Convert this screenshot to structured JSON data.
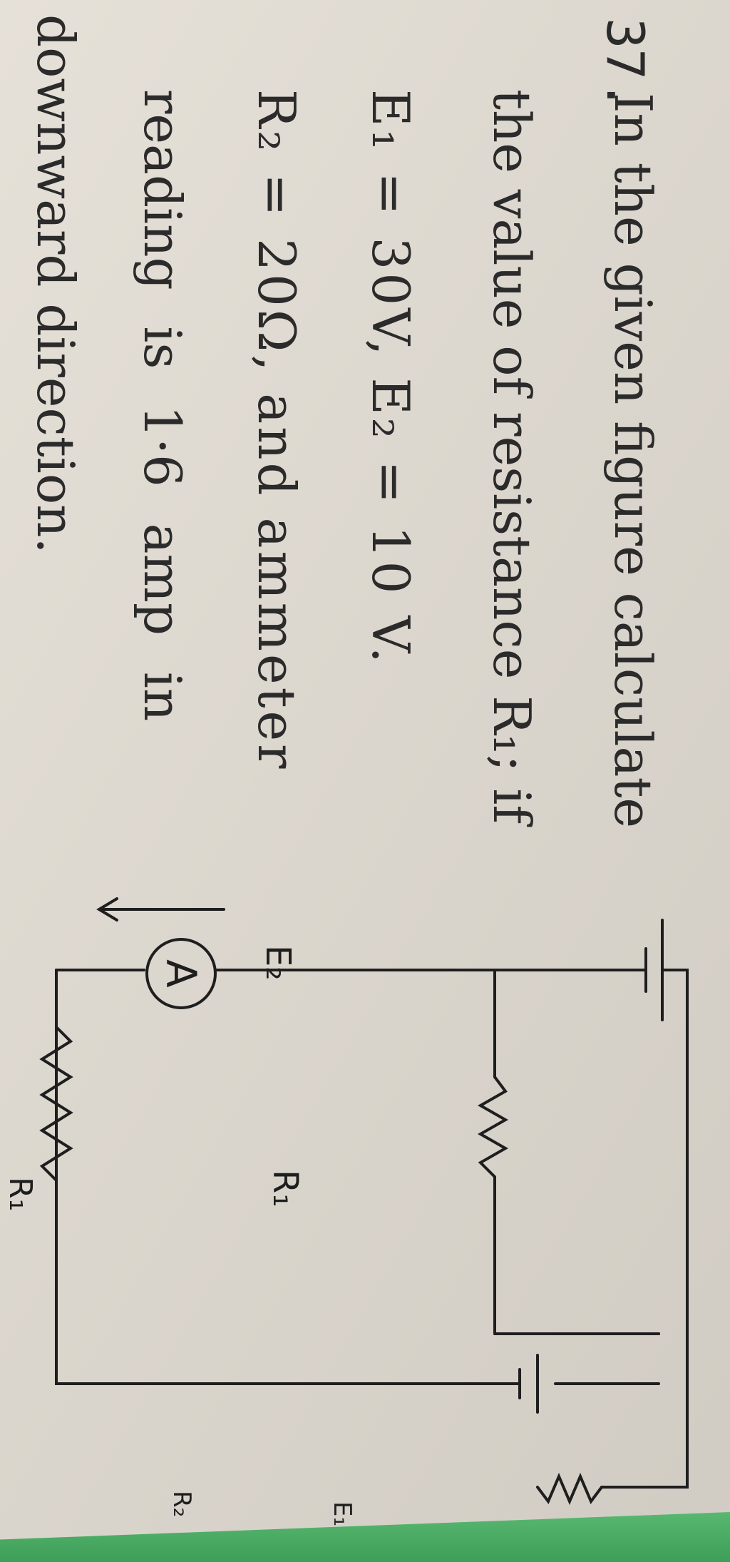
{
  "question": {
    "number": "37.",
    "lines": [
      "In the given figure calculate",
      "the value of resistance R₁; if",
      "E₁ = 30V, E₂ = 10 V.",
      "R₂ = 20Ω, and ammeter",
      "reading is 1·6 amp in",
      "downward direction."
    ]
  },
  "circuit": {
    "labels": {
      "E2": "E₂",
      "R1_upper": "R₁",
      "R2": "R₂",
      "E1": "E₁",
      "ammeter": "A",
      "R1_lower": "R₁"
    }
  }
}
